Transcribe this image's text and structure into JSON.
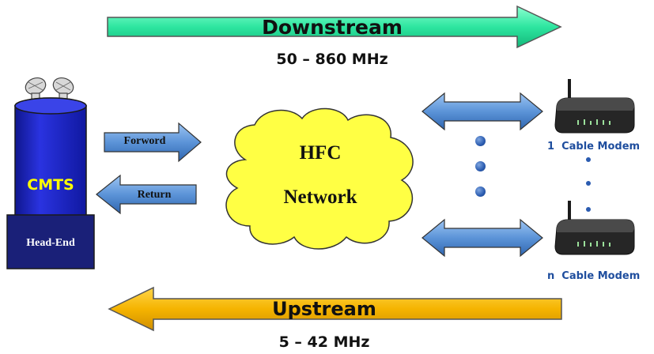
{
  "downstream": {
    "label": "Downstream",
    "freq": "50 – 860 MHz",
    "color": "#2ee6a0"
  },
  "upstream": {
    "label": "Upstream",
    "freq": "5 – 42 MHz",
    "color": "#f5b400"
  },
  "cmts": {
    "label": "CMTS",
    "base_label": "Head-End",
    "color": "#1c24c8"
  },
  "arrows": {
    "forward_label": "Forword",
    "return_label": "Return"
  },
  "cloud": {
    "line1": "HFC",
    "line2": "Network",
    "color": "#ffff44"
  },
  "modems": {
    "first_label": "1  Cable Modem",
    "last_label": "n  Cable Modem"
  },
  "icons": [
    "satellite-dish-icon",
    "cable-modem-icon"
  ]
}
